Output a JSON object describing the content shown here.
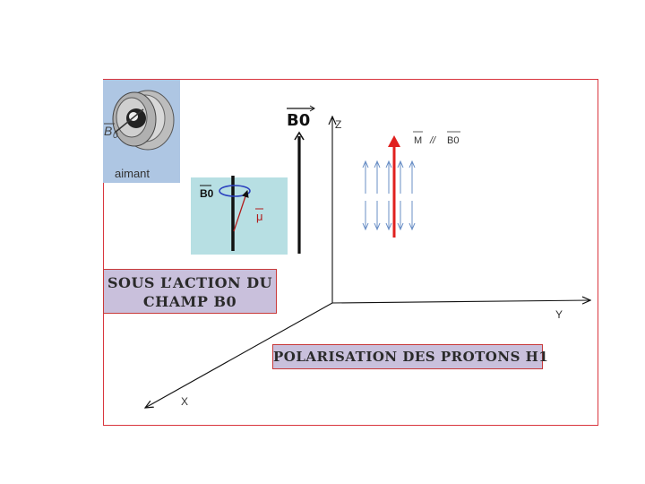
{
  "frame_color": "#d9363e",
  "axes": {
    "z": "Z",
    "y": "Y",
    "x": "X"
  },
  "b0_main": "B0",
  "magnet": {
    "label": "aimant",
    "field": "B",
    "field_sub": "0"
  },
  "proton": {
    "field": "B0",
    "moment": "μ"
  },
  "magnetization": {
    "m": "M",
    "parallel": "//",
    "b0": "B0"
  },
  "boxes": {
    "champ_line1": "SOUS L’ACTION DU",
    "champ_line2": "CHAMP B0",
    "polarisation": "POLARISATION DES PROTONS H1"
  },
  "proton_arrows": {
    "up_count": 5,
    "down_count": 5
  },
  "colors": {
    "red_arrow": "#e0201e",
    "blue_arrows": "#6a8fc6",
    "box_fill": "#c9c0dc",
    "box_border": "#c83a3a"
  }
}
